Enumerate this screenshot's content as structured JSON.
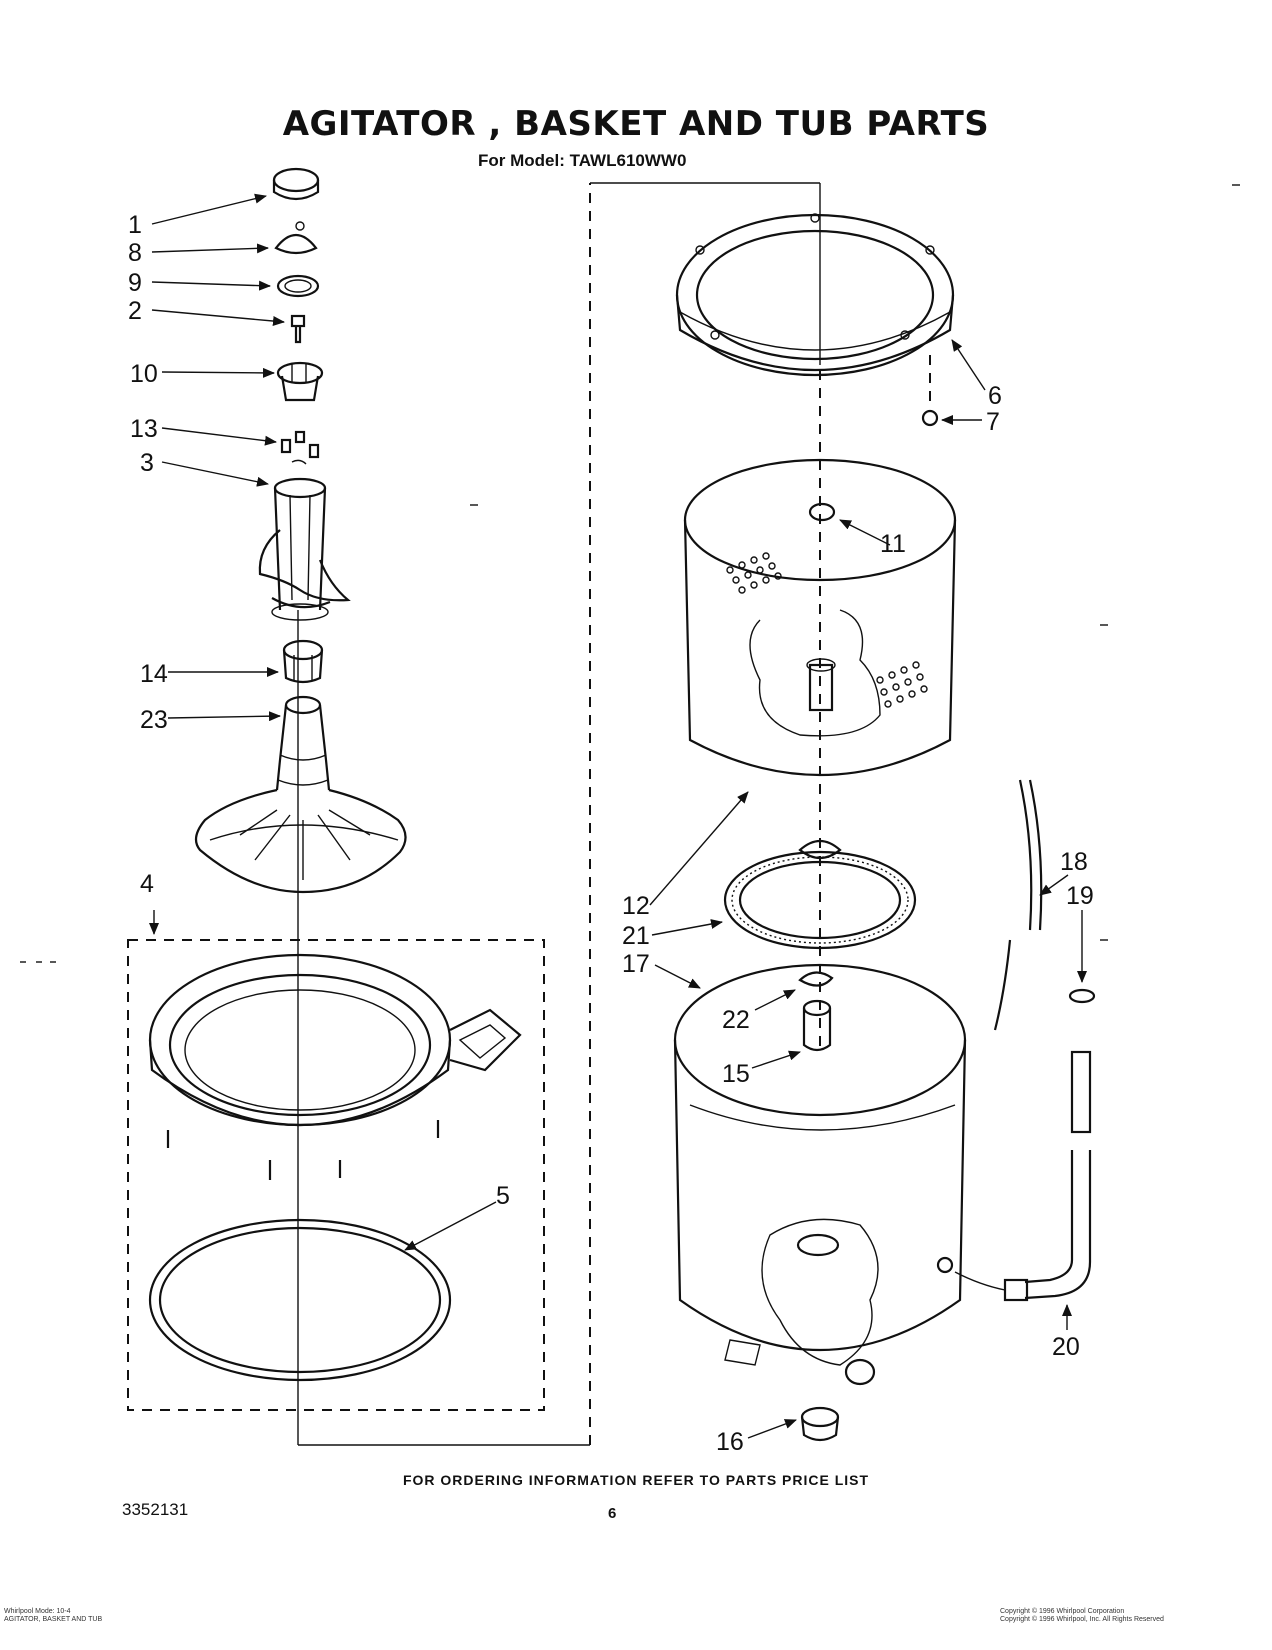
{
  "header": {
    "title": "AGITATOR , BASKET AND TUB PARTS",
    "model_line": "For Model: TAWL610WW0"
  },
  "footer": {
    "ordering_note": "FOR ORDERING INFORMATION REFER TO PARTS PRICE LIST",
    "document_number": "3352131",
    "page_number": "6",
    "fine_print_left_1": "Whirlpool Mode: 10-4",
    "fine_print_left_2": "AGITATOR, BASKET AND TUB",
    "fine_print_right_1": "Copyright © 1996 Whirlpool Corporation",
    "fine_print_right_2": "Copyright © 1996 Whirlpool, Inc. All Rights Reserved"
  },
  "callouts": {
    "c1": "1",
    "c2": "2",
    "c3": "3",
    "c4": "4",
    "c5": "5",
    "c6": "6",
    "c7": "7",
    "c8": "8",
    "c9": "9",
    "c10": "10",
    "c11": "11",
    "c12": "12",
    "c13": "13",
    "c14": "14",
    "c15": "15",
    "c16": "16",
    "c17": "17",
    "c18": "18",
    "c19": "19",
    "c20": "20",
    "c21": "21",
    "c22": "22",
    "c23": "23"
  }
}
